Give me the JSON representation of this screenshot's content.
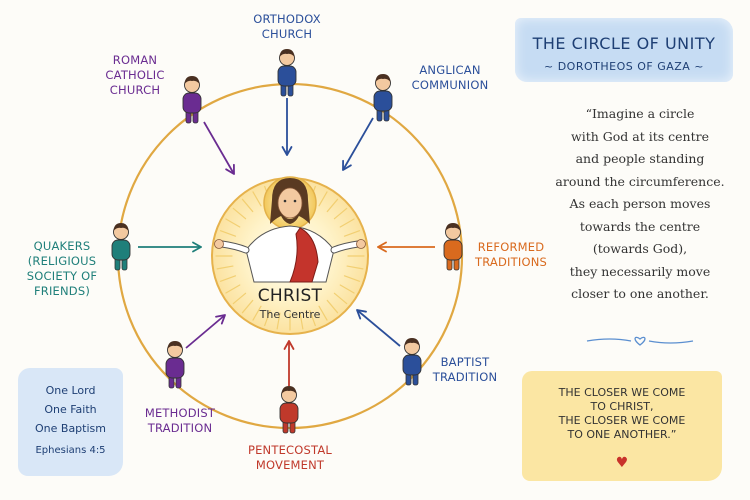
{
  "colors": {
    "ring": "#e0a842",
    "blue": "#2b4f9a",
    "purple": "#6a2c91",
    "teal": "#1f7f7a",
    "orange": "#d96a1e",
    "red": "#c0392b",
    "skin": "#f3c9a0",
    "hair": "#4a3021"
  },
  "icons": {
    "person": "person-icon",
    "arrow": "arrow-icon",
    "heart": "heart-icon",
    "divider": "divider-heart-icon"
  },
  "center": {
    "title": "CHRIST",
    "subtitle": "The Centre"
  },
  "groups": [
    {
      "id": "orthodox",
      "lines": [
        "ORTHODOX",
        "CHURCH"
      ],
      "color": "#2b4f9a"
    },
    {
      "id": "anglican",
      "lines": [
        "ANGLICAN",
        "COMMUNION"
      ],
      "color": "#2b4f9a"
    },
    {
      "id": "reformed",
      "lines": [
        "REFORMED",
        "TRADITIONS"
      ],
      "color": "#d96a1e"
    },
    {
      "id": "baptist",
      "lines": [
        "BAPTIST",
        "TRADITION"
      ],
      "color": "#2b4f9a"
    },
    {
      "id": "pentecostal",
      "lines": [
        "PENTECOSTAL",
        "MOVEMENT"
      ],
      "color": "#c0392b"
    },
    {
      "id": "methodist",
      "lines": [
        "METHODIST",
        "TRADITION"
      ],
      "color": "#6a2c91"
    },
    {
      "id": "quakers",
      "lines": [
        "QUAKERS",
        "(RELIGIOUS",
        "SOCIETY OF",
        "FRIENDS)"
      ],
      "color": "#1f7f7a"
    },
    {
      "id": "roman-catholic",
      "lines": [
        "ROMAN",
        "CATHOLIC",
        "CHURCH"
      ],
      "color": "#6a2c91"
    }
  ],
  "header": {
    "title": "THE CIRCLE OF UNITY",
    "subtitle": "~ DOROTHEOS OF GAZA ~"
  },
  "quote": {
    "lines": [
      "“Imagine a circle",
      "with God at its centre",
      "and people standing",
      "around the circumference.",
      "As each person moves",
      "towards the centre",
      "(towards God),",
      "they necessarily move",
      "closer to one another."
    ]
  },
  "callout": {
    "lines": [
      "THE CLOSER WE COME",
      "TO CHRIST,",
      "THE CLOSER WE COME",
      "TO ONE ANOTHER.”"
    ]
  },
  "faith": {
    "lines": [
      "One Lord",
      "One Faith",
      "One Baptism"
    ],
    "reference": "Ephesians 4:5"
  }
}
